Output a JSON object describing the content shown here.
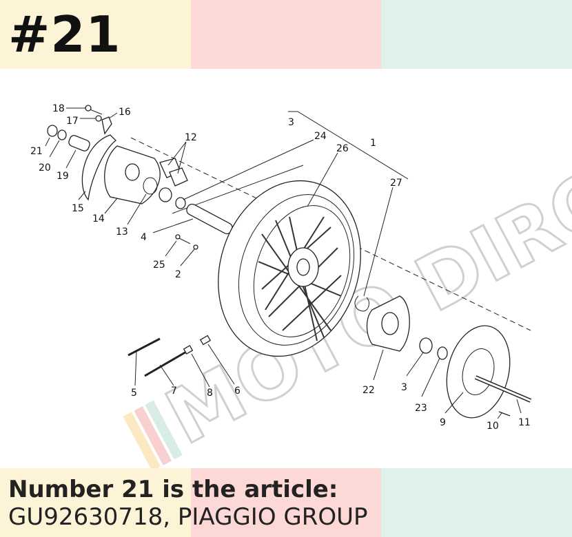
{
  "header": {
    "title": "#21"
  },
  "diagram": {
    "callouts": [
      "1",
      "2",
      "3",
      "3",
      "4",
      "5",
      "6",
      "7",
      "8",
      "9",
      "10",
      "11",
      "12",
      "13",
      "14",
      "15",
      "16",
      "17",
      "18",
      "19",
      "20",
      "21",
      "22",
      "23",
      "24",
      "25",
      "26",
      "27"
    ],
    "watermark_text": "MOTO DIRCIA"
  },
  "caption": {
    "line1": "Number 21 is the article:",
    "line2": "GU92630718, PIAGGIO GROUP"
  },
  "colors": {
    "band_yellow": "#fdf3d6",
    "band_pink": "#fcd8d6",
    "band_green": "#dff2ec"
  }
}
